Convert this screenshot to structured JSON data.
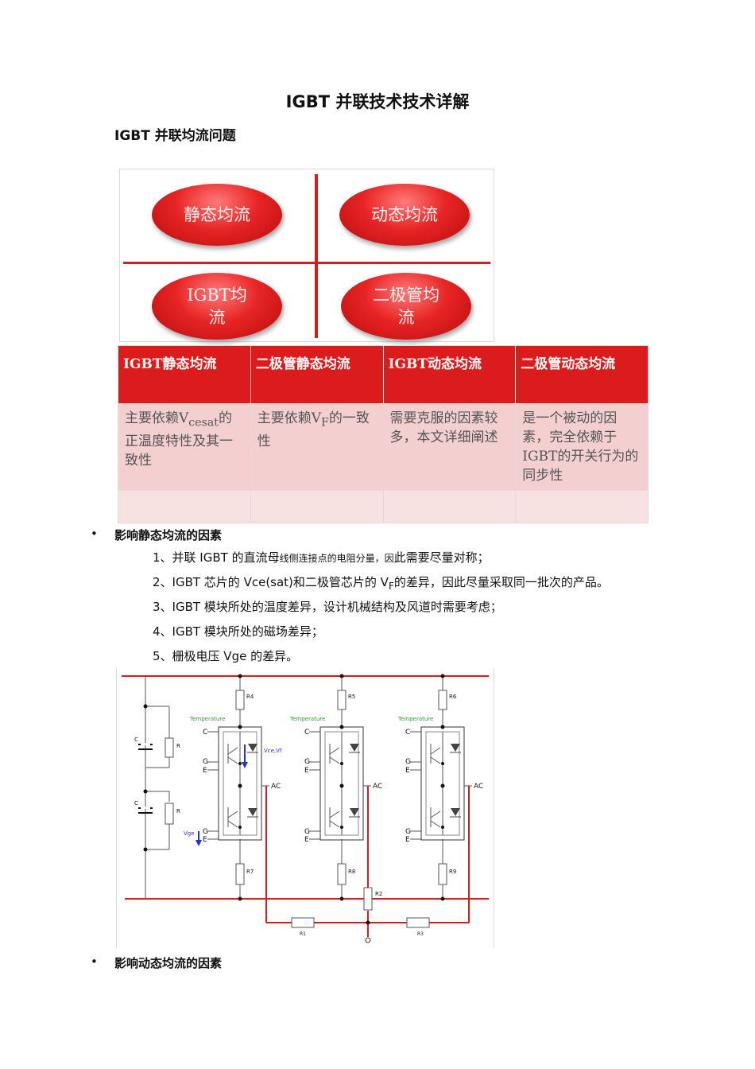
{
  "doc": {
    "title": "IGBT 并联技术技术详解",
    "subtitle": "IGBT 并联均流问题"
  },
  "quadrant": {
    "top_left": "静态均流",
    "top_right": "动态均流",
    "bottom_left_line1": "IGBT均",
    "bottom_left_line2": "流",
    "bottom_right_line1": "二极管均",
    "bottom_right_line2": "流"
  },
  "table": {
    "headers": [
      "IGBT静态均流",
      "二极管静态均流",
      "IGBT动态均流",
      "二极管动态均流"
    ],
    "cells": {
      "c1_pre": "主要依赖V",
      "c1_sub": "cesat",
      "c1_post": "的正温度特性及其一致性",
      "c2_pre": "主要依赖V",
      "c2_sub": "F",
      "c2_post": "的一致性",
      "c3": "需要克服的因素较多，本文详细阐述",
      "c4": "是一个被动的因素，完全依赖于IGBT的开关行为的同步性"
    }
  },
  "static_section": {
    "bullet": "•",
    "heading": "影响静态均流的因素",
    "items": {
      "i1_a": "1、并联 IGBT 的直流母",
      "i1_b": "线侧连接点的电阻分量，因",
      "i1_c": "此需要尽量对称；",
      "i2_a": "2、IGBT 芯片的 Vce(sat)和二极管芯片的 V",
      "i2_sub": "F",
      "i2_b": "的差异，因此尽量采取同一批次的产品。",
      "i3": "3、IGBT 模块所处的温度差异，设计机械结构及风道时需要考虑；",
      "i4": "4、IGBT 模块所处的磁场差异；",
      "i5": "5、栅极电压 Vge 的差异。"
    }
  },
  "circuit": {
    "temperature": "Temperature",
    "top_resistors": [
      "R4",
      "R5",
      "R6"
    ],
    "bottom_resistors": [
      "R7",
      "R8",
      "R9"
    ],
    "cap_label": "C",
    "res_label": "R",
    "pin_c": "C",
    "pin_g": "G",
    "pin_e": "E",
    "ac": "AC",
    "vce_label": "Vce,Vf",
    "vge_label": "Vge",
    "r1": "R1",
    "r2": "R2",
    "r3": "R3"
  },
  "dynamic_section": {
    "bullet": "•",
    "heading": "影响动态均流的因素"
  }
}
